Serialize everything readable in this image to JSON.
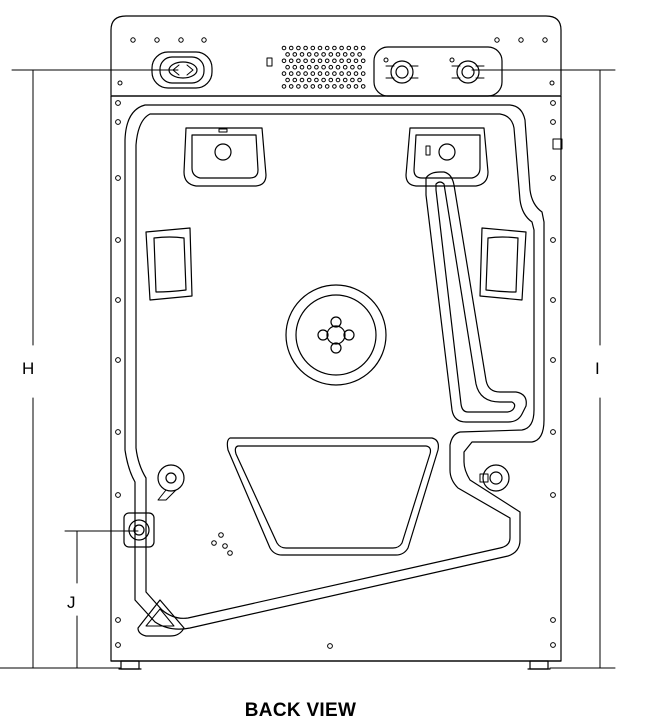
{
  "dimension_labels": {
    "h": "H",
    "i": "I",
    "j": "J"
  },
  "caption": "BACK VIEW",
  "colors": {
    "line": "#000000",
    "background": "#ffffff"
  }
}
